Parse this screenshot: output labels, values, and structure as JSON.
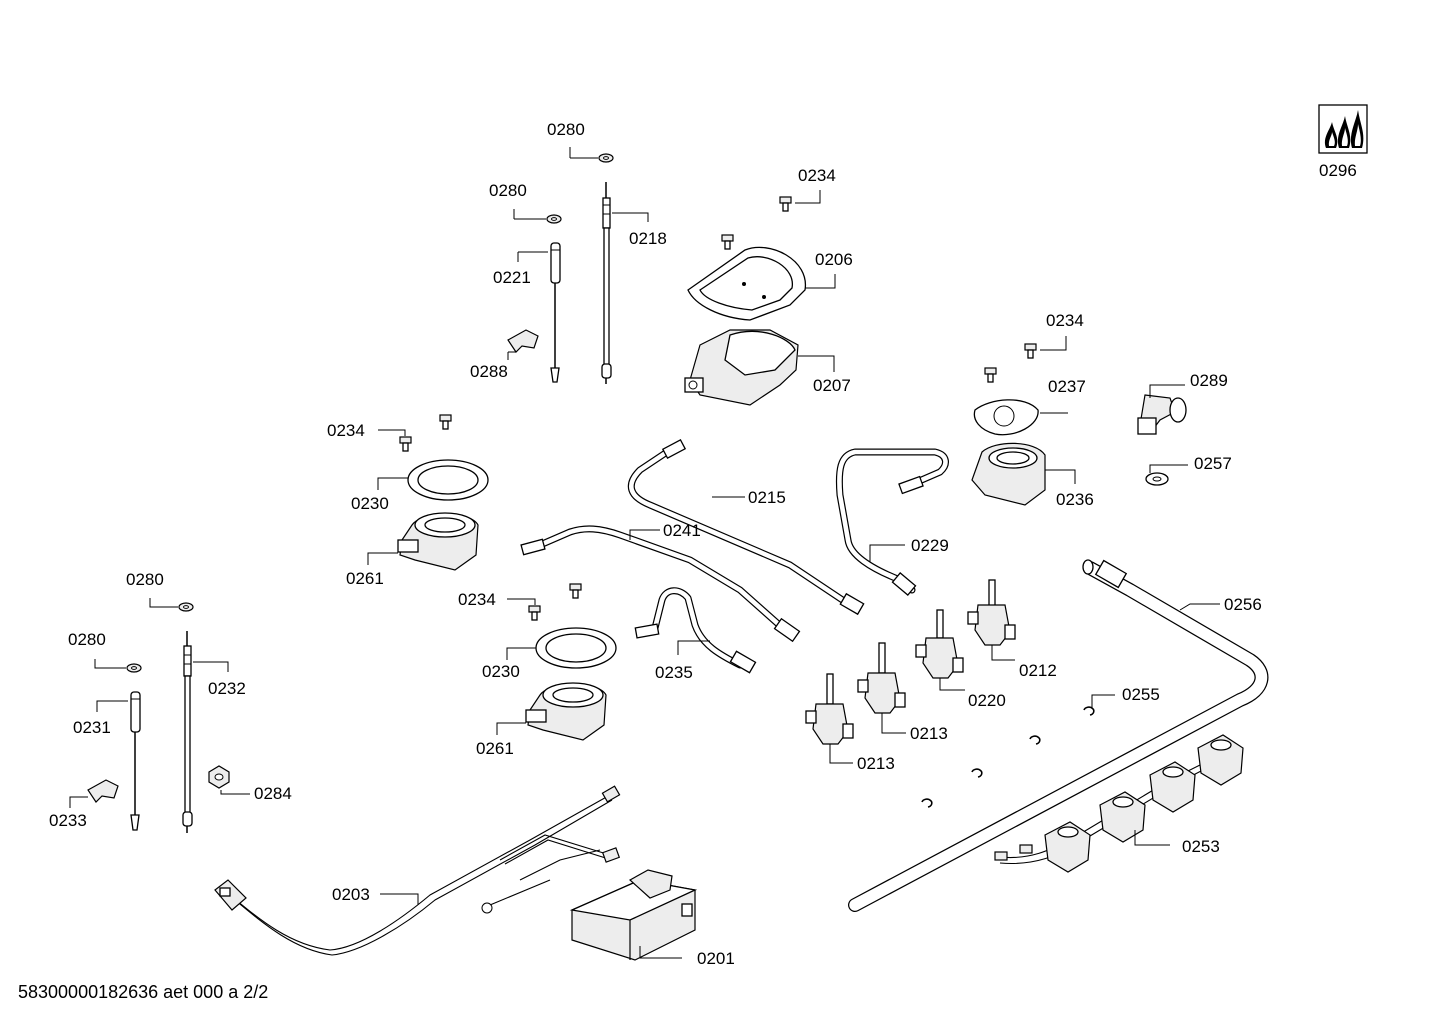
{
  "diagram": {
    "labels": {
      "p0280_a": "0280",
      "p0280_b": "0280",
      "p0218": "0218",
      "p0221": "0221",
      "p0288": "0288",
      "p0234_a": "0234",
      "p0206": "0206",
      "p0207": "0207",
      "p0296": "0296",
      "p0234_b": "0234",
      "p0237": "0237",
      "p0289": "0289",
      "p0257": "0257",
      "p0236": "0236",
      "p0234_c": "0234",
      "p0230_a": "0230",
      "p0261_a": "0261",
      "p0215": "0215",
      "p0241": "0241",
      "p0229": "0229",
      "p0256": "0256",
      "p0234_d": "0234",
      "p0230_b": "0230",
      "p0261_b": "0261",
      "p0235": "0235",
      "p0212": "0212",
      "p0220": "0220",
      "p0213_a": "0213",
      "p0213_b": "0213",
      "p0255": "0255",
      "p0280_c": "0280",
      "p0280_d": "0280",
      "p0232": "0232",
      "p0231": "0231",
      "p0284": "0284",
      "p0233": "0233",
      "p0203": "0203",
      "p0253": "0253",
      "p0201": "0201"
    },
    "footer": "58300000182636 aet 000 a 2/2"
  }
}
